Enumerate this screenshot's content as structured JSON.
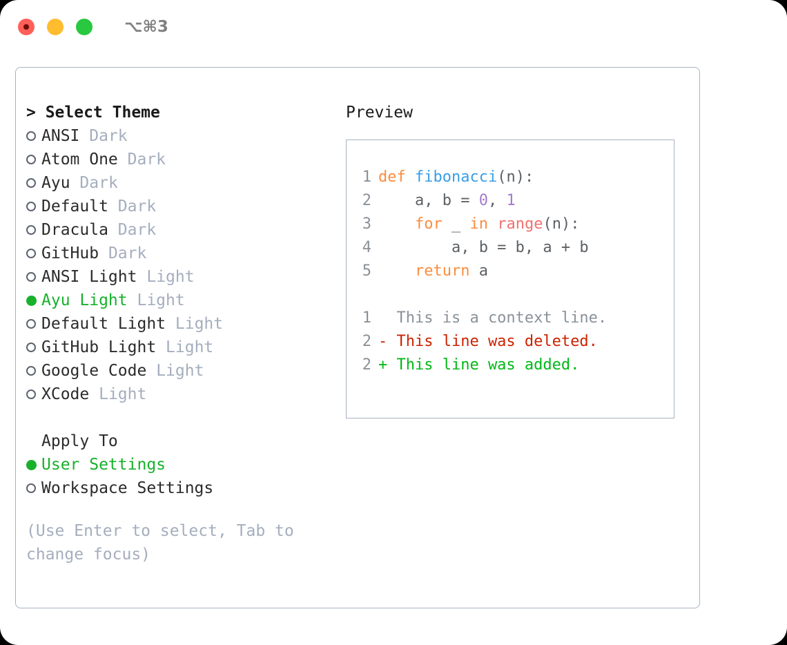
{
  "titlebar": {
    "shortcut": "⌥⌘3",
    "lights": [
      {
        "name": "close-button",
        "color": "#ff5f57",
        "recording": true
      },
      {
        "name": "minimize-button",
        "color": "#febc2e",
        "recording": false
      },
      {
        "name": "maximize-button",
        "color": "#28c840",
        "recording": false
      }
    ]
  },
  "left": {
    "header": "> Select Theme",
    "themes": [
      {
        "label": "ANSI",
        "suffix": "Dark",
        "selected": false
      },
      {
        "label": "Atom One",
        "suffix": "Dark",
        "selected": false
      },
      {
        "label": "Ayu",
        "suffix": "Dark",
        "selected": false
      },
      {
        "label": "Default",
        "suffix": "Dark",
        "selected": false
      },
      {
        "label": "Dracula",
        "suffix": "Dark",
        "selected": false
      },
      {
        "label": "GitHub",
        "suffix": "Dark",
        "selected": false
      },
      {
        "label": "ANSI Light",
        "suffix": "Light",
        "selected": false
      },
      {
        "label": "Ayu Light",
        "suffix": "Light",
        "selected": true
      },
      {
        "label": "Default Light",
        "suffix": "Light",
        "selected": false
      },
      {
        "label": "GitHub Light",
        "suffix": "Light",
        "selected": false
      },
      {
        "label": "Google Code",
        "suffix": "Light",
        "selected": false
      },
      {
        "label": "XCode",
        "suffix": "Light",
        "selected": false
      }
    ],
    "apply_to_header": "Apply To",
    "apply_to": [
      {
        "label": "User Settings",
        "selected": true
      },
      {
        "label": "Workspace Settings",
        "selected": false
      }
    ],
    "hint": "(Use Enter to select, Tab to change focus)"
  },
  "right": {
    "title": "Preview",
    "code": [
      {
        "ln": "1",
        "tokens": [
          {
            "t": "def ",
            "c": "kw"
          },
          {
            "t": "fibonacci",
            "c": "fn"
          },
          {
            "t": "(n):",
            "c": "pl"
          }
        ]
      },
      {
        "ln": "2",
        "tokens": [
          {
            "t": "    a, b = ",
            "c": "pl"
          },
          {
            "t": "0",
            "c": "num"
          },
          {
            "t": ", ",
            "c": "pl"
          },
          {
            "t": "1",
            "c": "num"
          }
        ]
      },
      {
        "ln": "3",
        "tokens": [
          {
            "t": "    ",
            "c": "pl"
          },
          {
            "t": "for",
            "c": "kw"
          },
          {
            "t": " _ ",
            "c": "pl"
          },
          {
            "t": "in",
            "c": "kw"
          },
          {
            "t": " ",
            "c": "pl"
          },
          {
            "t": "range",
            "c": "bi"
          },
          {
            "t": "(n):",
            "c": "pl"
          }
        ]
      },
      {
        "ln": "4",
        "tokens": [
          {
            "t": "        a, b = b, a + b",
            "c": "pl"
          }
        ]
      },
      {
        "ln": "5",
        "tokens": [
          {
            "t": "    ",
            "c": "pl"
          },
          {
            "t": "return",
            "c": "kw"
          },
          {
            "t": " a",
            "c": "pl"
          }
        ]
      }
    ],
    "diff": [
      {
        "ln": "1",
        "text": "  This is a context line.",
        "kind": "ctx"
      },
      {
        "ln": "2",
        "text": "- This line was deleted.",
        "kind": "del"
      },
      {
        "ln": "2",
        "text": "+ This line was added.",
        "kind": "add"
      }
    ]
  },
  "colors": {
    "accent_green": "#17b12b",
    "muted": "#a4aebe",
    "border": "#a8b2c1",
    "keyword": "#fa8d3e",
    "function": "#399ee6",
    "number": "#a37acc",
    "builtin": "#f07171",
    "diff_delete": "#cc2200",
    "diff_add": "#00b816"
  }
}
